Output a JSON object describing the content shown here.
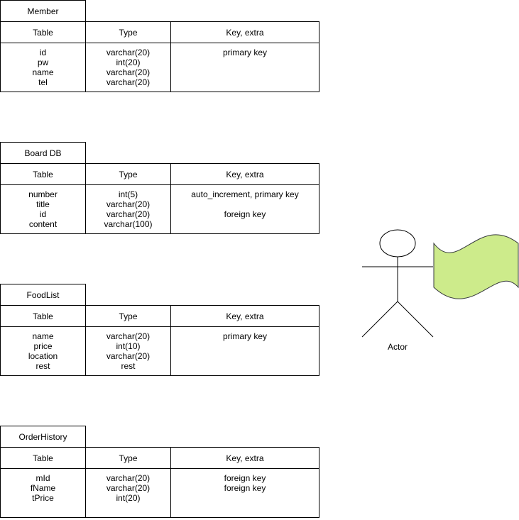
{
  "tables": [
    {
      "name": "Member",
      "headers": [
        "Table",
        "Type",
        "Key, extra"
      ],
      "rows": [
        {
          "table": "id",
          "type": "varchar(20)",
          "key": "primary key"
        },
        {
          "table": "pw",
          "type": "int(20)",
          "key": ""
        },
        {
          "table": "name",
          "type": "varchar(20)",
          "key": ""
        },
        {
          "table": "tel",
          "type": "varchar(20)",
          "key": ""
        }
      ]
    },
    {
      "name": "Board DB",
      "headers": [
        "Table",
        "Type",
        "Key, extra"
      ],
      "rows": [
        {
          "table": "number",
          "type": "int(5)",
          "key": "auto_increment, primary key"
        },
        {
          "table": "title",
          "type": "varchar(20)",
          "key": ""
        },
        {
          "table": "id",
          "type": "varchar(20)",
          "key": "foreign key"
        },
        {
          "table": "content",
          "type": "varchar(100)",
          "key": ""
        }
      ]
    },
    {
      "name": "FoodList",
      "headers": [
        "Table",
        "Type",
        "Key, extra"
      ],
      "rows": [
        {
          "table": "name",
          "type": "varchar(20)",
          "key": "primary key"
        },
        {
          "table": "price",
          "type": "int(10)",
          "key": ""
        },
        {
          "table": "location",
          "type": "varchar(20)",
          "key": ""
        },
        {
          "table": "rest",
          "type": "rest",
          "key": ""
        }
      ]
    },
    {
      "name": "OrderHistory",
      "headers": [
        "Table",
        "Type",
        "Key, extra"
      ],
      "rows": [
        {
          "table": "mId",
          "type": "varchar(20)",
          "key": "foreign key"
        },
        {
          "table": "fName",
          "type": "varchar(20)",
          "key": "foreign key"
        },
        {
          "table": "tPrice",
          "type": "int(20)",
          "key": ""
        }
      ]
    }
  ],
  "actor": {
    "label": "Actor"
  },
  "colors": {
    "line": "#000000",
    "flag_fill": "#cdeb8b",
    "flag_stroke": "#36393d",
    "background": "#ffffff"
  }
}
